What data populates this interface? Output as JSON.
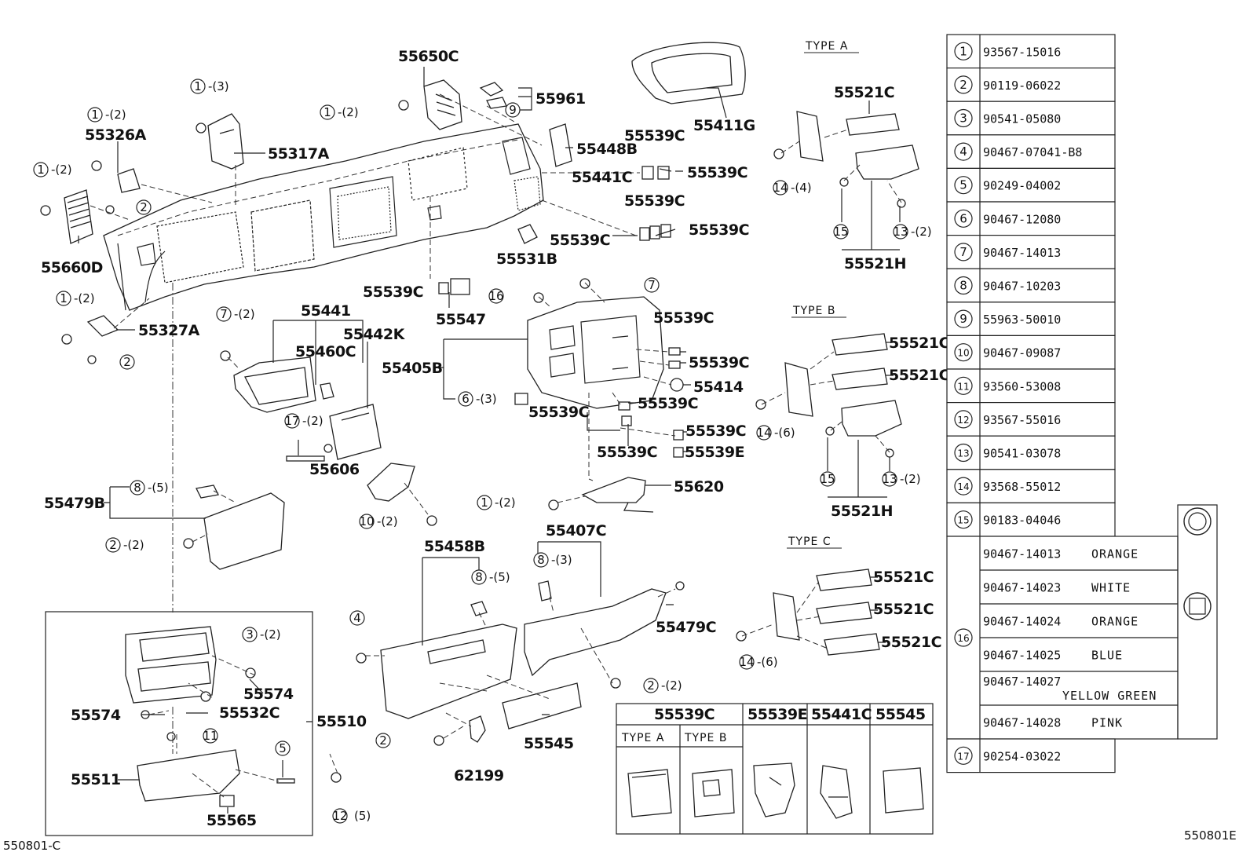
{
  "labels": {
    "p55650C": "55650C",
    "p55961": "55961",
    "p55411G": "55411G",
    "p55326A": "55326A",
    "p55317A": "55317A",
    "p55448B": "55448B",
    "p55539C_a": "55539C",
    "p55441C": "55441C",
    "p55539C_b": "55539C",
    "p55539C_c": "55539C",
    "p55539C_d": "55539C",
    "p55539C_e": "55539C",
    "p55660D": "55660D",
    "p55531B": "55531B",
    "p55539C_f": "55539C",
    "p55547": "55547",
    "p55441": "55441",
    "p55442K": "55442K",
    "p55460C": "55460C",
    "p55327A": "55327A",
    "p55539C_g": "55539C",
    "p55405B": "55405B",
    "p55539C_h": "55539C",
    "p55414": "55414",
    "p55539C_i": "55539C",
    "p55539C_j": "55539C",
    "p55539C_k": "55539C",
    "p55539C_l": "55539C",
    "p55539E": "55539E",
    "p55606": "55606",
    "p55620": "55620",
    "p55479B": "55479B",
    "p55458B": "55458B",
    "p55407C": "55407C",
    "p55479C": "55479C",
    "p55574_a": "55574",
    "p55574_b": "55574",
    "p55532C": "55532C",
    "p55510": "55510",
    "p55511": "55511",
    "p55565": "55565",
    "p55545": "55545",
    "p62199": "62199",
    "p55521C_a": "55521C",
    "p55521H_a": "55521H",
    "p55521C_b": "55521C",
    "p55521C_c": "55521C",
    "p55521H_b": "55521H",
    "p55521C_d": "55521C",
    "p55521C_e": "55521C",
    "p55521C_f": "55521C"
  },
  "refs": {
    "r1a": {
      "n": "1",
      "q": "-(3)"
    },
    "r1b": {
      "n": "1",
      "q": "-(2)"
    },
    "r1c": {
      "n": "1",
      "q": "-(2)"
    },
    "r1d": {
      "n": "1",
      "q": "-(2)"
    },
    "r2a": {
      "n": "2",
      "q": ""
    },
    "r9": {
      "n": "9",
      "q": ""
    },
    "r1e": {
      "n": "1",
      "q": "-(2)"
    },
    "r2b": {
      "n": "2",
      "q": ""
    },
    "r7a": {
      "n": "7",
      "q": "-(2)"
    },
    "r7b": {
      "n": "7",
      "q": ""
    },
    "r16": {
      "n": "16",
      "q": ""
    },
    "r17": {
      "n": "17",
      "q": "-(2)"
    },
    "r6": {
      "n": "6",
      "q": "-(3)"
    },
    "r8a": {
      "n": "8",
      "q": "-(5)"
    },
    "r2c": {
      "n": "2",
      "q": "-(2)"
    },
    "r10": {
      "n": "10",
      "q": "-(2)"
    },
    "r1f": {
      "n": "1",
      "q": "-(2)"
    },
    "r8b": {
      "n": "8",
      "q": "-(3)"
    },
    "r8c": {
      "n": "8",
      "q": "-(5)"
    },
    "r4": {
      "n": "4",
      "q": ""
    },
    "r2d": {
      "n": "2",
      "q": "-(2)"
    },
    "r2e": {
      "n": "2",
      "q": ""
    },
    "r3": {
      "n": "3",
      "q": "-(2)"
    },
    "r11": {
      "n": "11",
      "q": ""
    },
    "r5": {
      "n": "5",
      "q": ""
    },
    "r12": {
      "n": "12",
      "q": "(5)"
    },
    "r14a": {
      "n": "14",
      "q": "-(4)"
    },
    "r15a": {
      "n": "15",
      "q": ""
    },
    "r13a": {
      "n": "13",
      "q": "-(2)"
    },
    "r14b": {
      "n": "14",
      "q": "-(6)"
    },
    "r15b": {
      "n": "15",
      "q": ""
    },
    "r13b": {
      "n": "13",
      "q": "-(2)"
    },
    "r14c": {
      "n": "14",
      "q": "-(6)"
    }
  },
  "sections": {
    "type_a": "TYPE A",
    "type_b": "TYPE B",
    "type_c": "TYPE C"
  },
  "clip_table": {
    "headers": [
      "55539C",
      "55539E",
      "55441C",
      "55545"
    ],
    "sub_headers": [
      "TYPE A",
      "TYPE B"
    ]
  },
  "parts_table": [
    {
      "ref": "1",
      "parts": [
        {
          "no": "93567-15016",
          "color": ""
        }
      ]
    },
    {
      "ref": "2",
      "parts": [
        {
          "no": "90119-06022",
          "color": ""
        }
      ]
    },
    {
      "ref": "3",
      "parts": [
        {
          "no": "90541-05080",
          "color": ""
        }
      ]
    },
    {
      "ref": "4",
      "parts": [
        {
          "no": "90467-07041-B8",
          "color": ""
        }
      ]
    },
    {
      "ref": "5",
      "parts": [
        {
          "no": "90249-04002",
          "color": ""
        }
      ]
    },
    {
      "ref": "6",
      "parts": [
        {
          "no": "90467-12080",
          "color": ""
        }
      ]
    },
    {
      "ref": "7",
      "parts": [
        {
          "no": "90467-14013",
          "color": ""
        }
      ]
    },
    {
      "ref": "8",
      "parts": [
        {
          "no": "90467-10203",
          "color": ""
        }
      ]
    },
    {
      "ref": "9",
      "parts": [
        {
          "no": "55963-50010",
          "color": ""
        }
      ]
    },
    {
      "ref": "10",
      "parts": [
        {
          "no": "90467-09087",
          "color": ""
        }
      ]
    },
    {
      "ref": "11",
      "parts": [
        {
          "no": "93560-53008",
          "color": ""
        }
      ]
    },
    {
      "ref": "12",
      "parts": [
        {
          "no": "93567-55016",
          "color": ""
        }
      ]
    },
    {
      "ref": "13",
      "parts": [
        {
          "no": "90541-03078",
          "color": ""
        }
      ]
    },
    {
      "ref": "14",
      "parts": [
        {
          "no": "93568-55012",
          "color": ""
        }
      ]
    },
    {
      "ref": "15",
      "parts": [
        {
          "no": "90183-04046",
          "color": ""
        }
      ]
    },
    {
      "ref": "16",
      "parts": [
        {
          "no": "90467-14013",
          "color": "ORANGE"
        },
        {
          "no": "90467-14023",
          "color": "WHITE"
        },
        {
          "no": "90467-14024",
          "color": "ORANGE"
        },
        {
          "no": "90467-14025",
          "color": "BLUE"
        },
        {
          "no": "90467-14027",
          "color": "YELLOW GREEN"
        },
        {
          "no": "90467-14028",
          "color": "PINK"
        }
      ]
    },
    {
      "ref": "17",
      "parts": [
        {
          "no": "90254-03022",
          "color": ""
        }
      ]
    }
  ],
  "footer": {
    "left_code": "550801-C",
    "right_code": "550801E"
  }
}
